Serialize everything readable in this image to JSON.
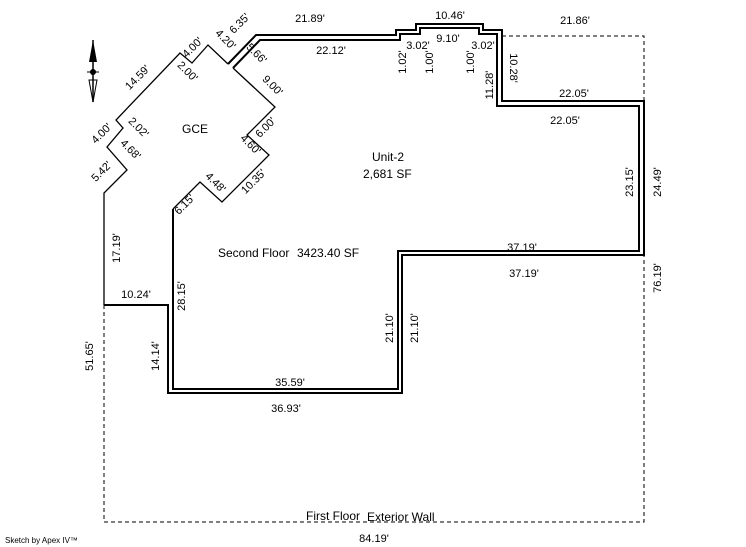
{
  "sketch": {
    "credit": "Sketch by Apex IV™",
    "areas": {
      "gce": "GCE",
      "unit_name": "Unit-2",
      "unit_area": "2,681 SF",
      "second_floor": "Second Floor",
      "second_floor_area": "3423.40 SF",
      "first_floor": "First Floor",
      "exterior_wall": "Exterior Wall"
    },
    "dims": [
      "21.89'",
      "10.46'",
      "21.86'",
      "22.12'",
      "3.02'",
      "9.10'",
      "3.02'",
      "1.02'",
      "1.00'",
      "1.00'",
      "11.28'",
      "10.28'",
      "22.05'",
      "22.05'",
      "23.15'",
      "24.49'",
      "76.19'",
      "37.19'",
      "37.19'",
      "21.10'",
      "21.10'",
      "35.59'",
      "36.93'",
      "14.14'",
      "28.15'",
      "10.24'",
      "17.19'",
      "51.65'",
      "84.19'"
    ],
    "gce_dims": [
      "14.59'",
      "4.00'",
      "4.20'",
      "6.35'",
      "2.00'",
      "5.66'",
      "9.00'",
      "2.02'",
      "4.00'",
      "4.68'",
      "5.42'",
      "6.00'",
      "4.60'",
      "10.35'",
      "4.48'",
      "6.15'"
    ]
  }
}
